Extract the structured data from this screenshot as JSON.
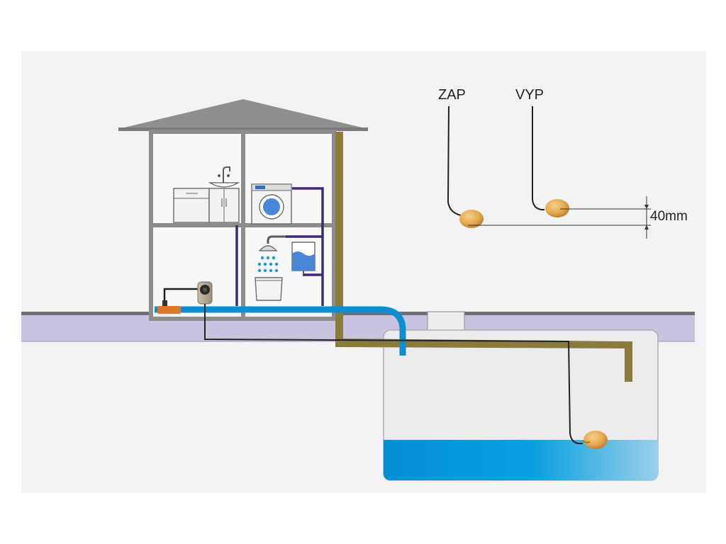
{
  "labels": {
    "zap": "ZAP",
    "vyp": "VYP",
    "distance": "40mm"
  },
  "colors": {
    "background_panel": "#f3f3f5",
    "ground": "#c9c3df",
    "house_wall": "#8c8c8c",
    "roof": "#8f8f8f",
    "water": "#0095d6",
    "supply_pipe": "#0a8fd0",
    "drain_pipe": "#8a7a3c",
    "internal_pipe": "#3d2a7a",
    "float": "#e0a84a",
    "cable": "#222222",
    "tank": "#ececec"
  },
  "icons": [
    "house-icon",
    "kitchen-cabinet-icon",
    "sink-icon",
    "washing-machine-icon",
    "shower-icon",
    "water-heater-icon",
    "bathtub-icon",
    "pump-icon",
    "filter-icon",
    "float-switch-icon",
    "tank-icon"
  ]
}
